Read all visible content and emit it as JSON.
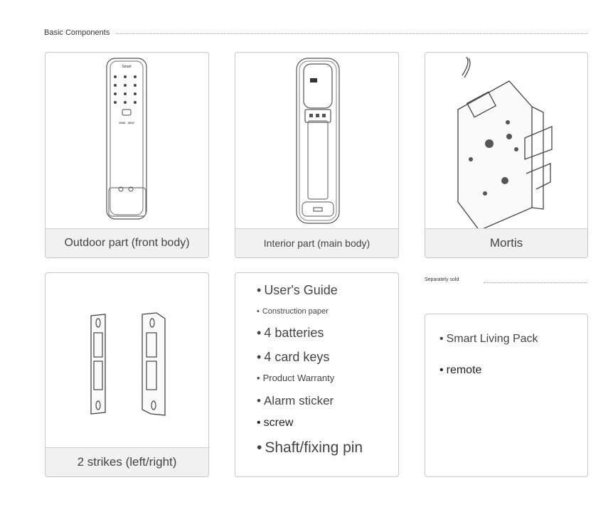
{
  "basic_heading": "Basic Components",
  "separate_heading": "Separately sold",
  "components": [
    {
      "caption": "Outdoor part (front body)"
    },
    {
      "caption": "Interior part (main body)"
    },
    {
      "caption": "Mortis"
    },
    {
      "caption": "2 strikes (left/right)"
    }
  ],
  "package_items": [
    "User's Guide",
    "Construction paper",
    "4 batteries",
    "4 card keys",
    "Product Warranty",
    "Alarm sticker",
    "screw",
    "Shaft/fixing pin"
  ],
  "separate_items": [
    "Smart Living Pack",
    "remote"
  ],
  "bullet": "•",
  "outdoor_lock_brand": "Smart",
  "outdoor_lock_display": "8888 - 8888"
}
